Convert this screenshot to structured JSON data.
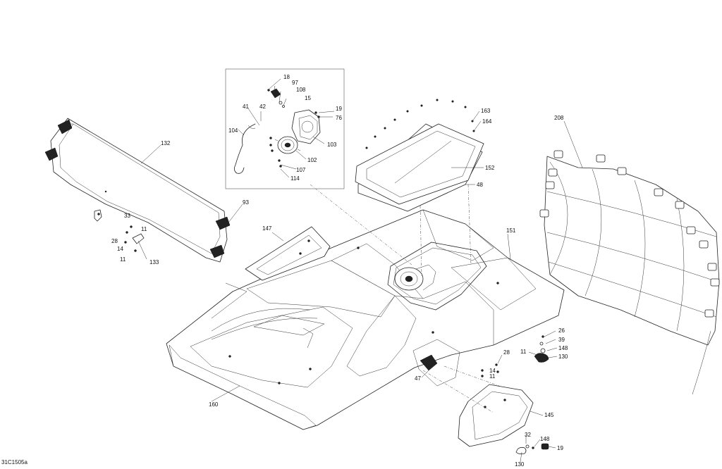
{
  "figure": {
    "reference_code": "31C1505a",
    "colors": {
      "ink": "#222222",
      "background": "#ffffff"
    }
  },
  "callouts": [
    {
      "id": "c18",
      "text": "18"
    },
    {
      "id": "c97",
      "text": "97"
    },
    {
      "id": "c108",
      "text": "108"
    },
    {
      "id": "c15",
      "text": "15"
    },
    {
      "id": "c41",
      "text": "41"
    },
    {
      "id": "c42",
      "text": "42"
    },
    {
      "id": "c19a",
      "text": "19"
    },
    {
      "id": "c76",
      "text": "76"
    },
    {
      "id": "c104",
      "text": "104"
    },
    {
      "id": "c103",
      "text": "103"
    },
    {
      "id": "c102",
      "text": "102"
    },
    {
      "id": "c107",
      "text": "107"
    },
    {
      "id": "c114",
      "text": "114"
    },
    {
      "id": "c163",
      "text": "163"
    },
    {
      "id": "c164",
      "text": "164"
    },
    {
      "id": "c208",
      "text": "208"
    },
    {
      "id": "c132",
      "text": "132"
    },
    {
      "id": "c152",
      "text": "152"
    },
    {
      "id": "c48",
      "text": "48"
    },
    {
      "id": "c93",
      "text": "93"
    },
    {
      "id": "c33",
      "text": "33"
    },
    {
      "id": "c11a",
      "text": "11"
    },
    {
      "id": "c28a",
      "text": "28"
    },
    {
      "id": "c14a",
      "text": "14"
    },
    {
      "id": "c11b",
      "text": "11"
    },
    {
      "id": "c133",
      "text": "133"
    },
    {
      "id": "c147",
      "text": "147"
    },
    {
      "id": "c151",
      "text": "151"
    },
    {
      "id": "c26",
      "text": "26"
    },
    {
      "id": "c39",
      "text": "39"
    },
    {
      "id": "c148a",
      "text": "148"
    },
    {
      "id": "c11c",
      "text": "11"
    },
    {
      "id": "c130a",
      "text": "130"
    },
    {
      "id": "c28b",
      "text": "28"
    },
    {
      "id": "c14b",
      "text": "14"
    },
    {
      "id": "c11d",
      "text": "11"
    },
    {
      "id": "c47",
      "text": "47"
    },
    {
      "id": "c160",
      "text": "160"
    },
    {
      "id": "c145",
      "text": "145"
    },
    {
      "id": "c32",
      "text": "32"
    },
    {
      "id": "c148b",
      "text": "148"
    },
    {
      "id": "c19b",
      "text": "19"
    },
    {
      "id": "c130b",
      "text": "130"
    }
  ]
}
